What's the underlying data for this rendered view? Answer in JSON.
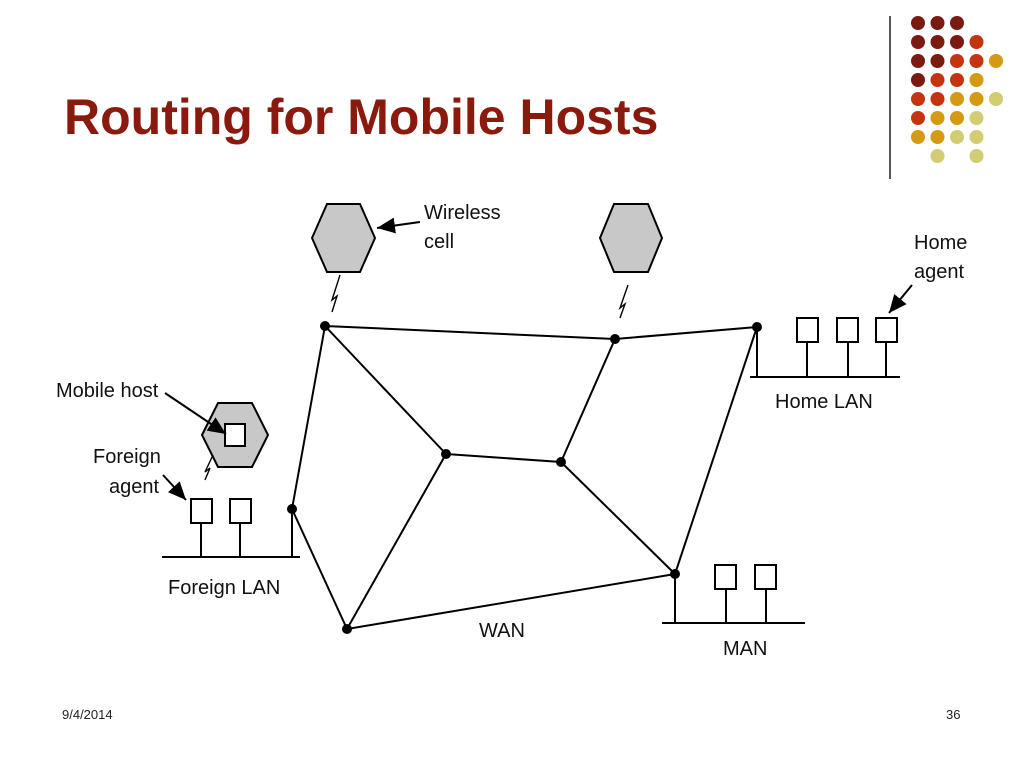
{
  "slide": {
    "title": "Routing for Mobile Hosts",
    "date": "9/4/2014",
    "page_number": "36"
  },
  "diagram": {
    "labels": {
      "wireless_line1": "Wireless",
      "wireless_line2": "cell",
      "home_agent_line1": "Home",
      "home_agent_line2": "agent",
      "mobile_host": "Mobile host",
      "foreign_agent_line1": "Foreign",
      "foreign_agent_line2": "agent",
      "home_lan": "Home LAN",
      "foreign_lan": "Foreign LAN",
      "wan": "WAN",
      "man": "MAN"
    }
  },
  "decoration": {
    "dot_colors": [
      "#7a1a10",
      "#c4350f",
      "#d49a14",
      "#d2cc72"
    ]
  }
}
